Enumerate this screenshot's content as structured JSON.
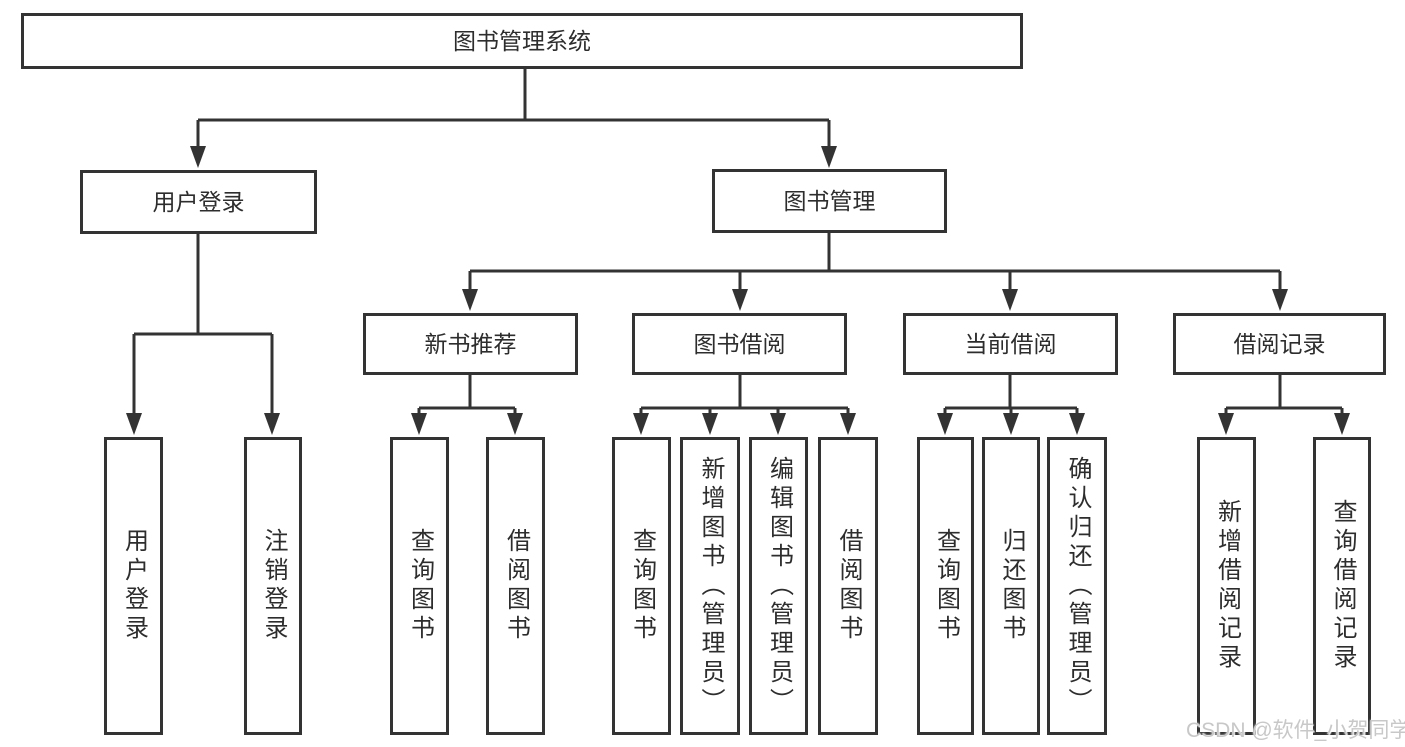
{
  "tree": {
    "root": {
      "label": "图书管理系统"
    },
    "branches": [
      {
        "label": "用户登录",
        "children": [
          {
            "label": "用户登录"
          },
          {
            "label": "注销登录"
          }
        ]
      },
      {
        "label": "图书管理",
        "children": [
          {
            "label": "新书推荐",
            "children": [
              {
                "label": "查询图书"
              },
              {
                "label": "借阅图书"
              }
            ]
          },
          {
            "label": "图书借阅",
            "children": [
              {
                "label": "查询图书"
              },
              {
                "label": "新增图书（管理员）"
              },
              {
                "label": "编辑图书（管理员）"
              },
              {
                "label": "借阅图书"
              }
            ]
          },
          {
            "label": "当前借阅",
            "children": [
              {
                "label": "查询图书"
              },
              {
                "label": "归还图书"
              },
              {
                "label": "确认归还（管理员）"
              }
            ]
          },
          {
            "label": "借阅记录",
            "children": [
              {
                "label": "新增借阅记录"
              },
              {
                "label": "查询借阅记录"
              }
            ]
          }
        ]
      }
    ]
  },
  "watermark": {
    "text": "CSDN @软件_小贺同学"
  },
  "colors": {
    "line": "#333333",
    "box_border": "#333333",
    "text": "#2d2d2d",
    "watermark": "#c8c8c8",
    "background": "#ffffff"
  }
}
